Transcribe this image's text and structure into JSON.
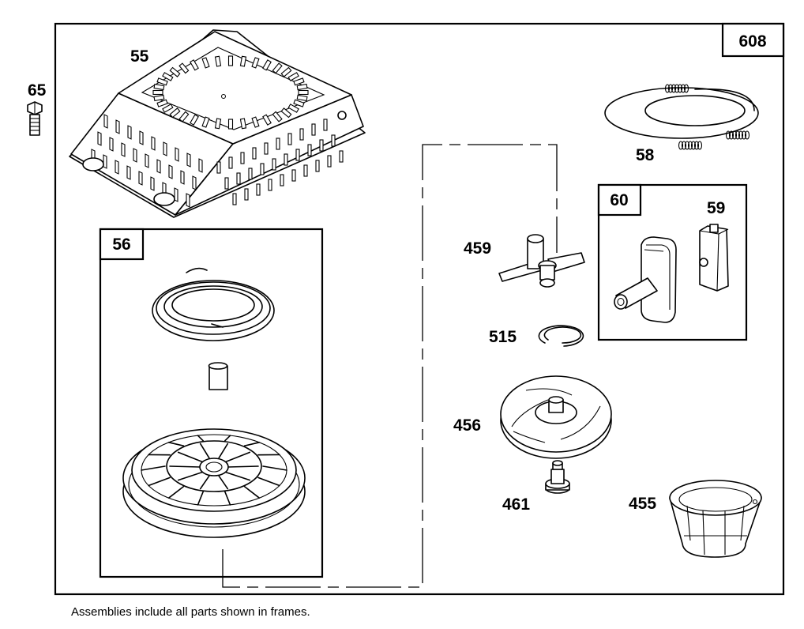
{
  "frame_label": "608",
  "footnote": "Assemblies include all parts shown in frames.",
  "parts": {
    "blower_housing": "55",
    "bolt": "65",
    "starter_assembly": "56",
    "rope": "58",
    "handle_assembly": "60",
    "insert": "59",
    "pawl": "459",
    "retainer_ring": "515",
    "pulley_hub": "456",
    "screw": "461",
    "cup": "455"
  }
}
